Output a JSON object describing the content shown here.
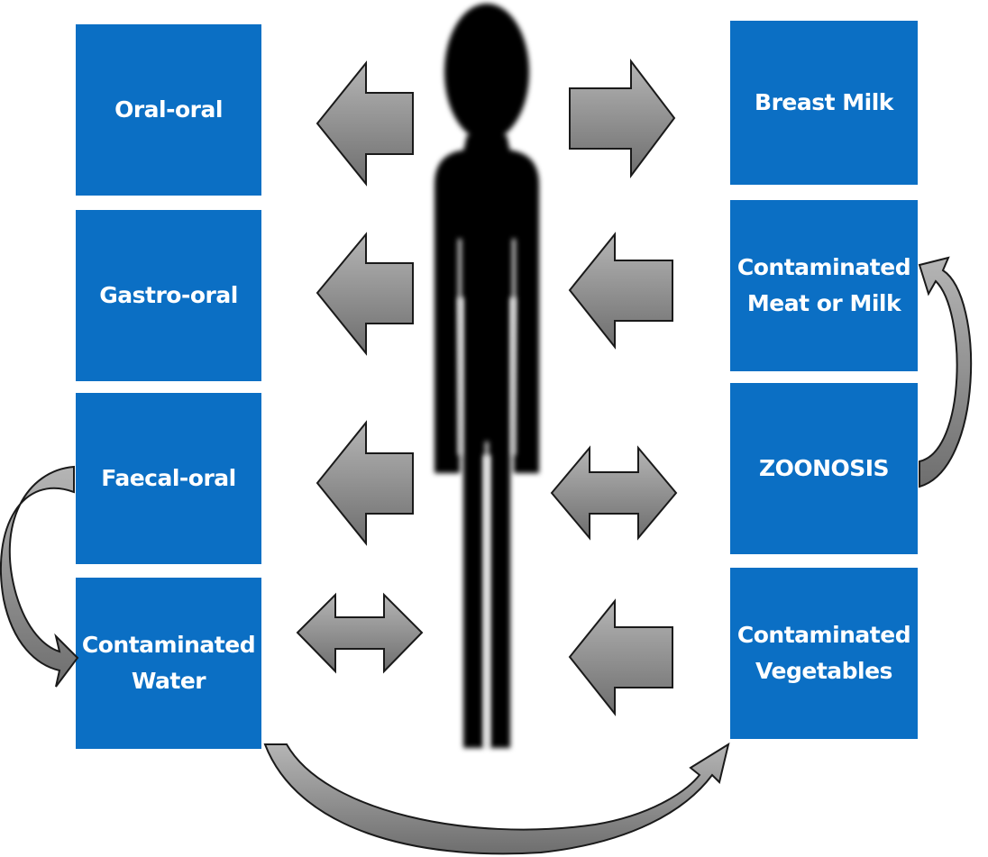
{
  "colors": {
    "box_fill": "#0b6fc4",
    "box_text": "#ffffff",
    "arrow_fill": "#8c8c8c",
    "arrow_stroke": "#1a1a1a",
    "figure": "#000000"
  },
  "icons": {
    "figure": "human-silhouette-icon",
    "arrow": "block-arrow-icon",
    "curved_arrow": "curved-arrow-icon"
  },
  "left_boxes": [
    {
      "lines": [
        "Oral-oral"
      ]
    },
    {
      "lines": [
        "Gastro-oral"
      ]
    },
    {
      "lines": [
        "Faecal-oral"
      ]
    },
    {
      "lines": [
        "Contaminated",
        "Water"
      ]
    }
  ],
  "right_boxes": [
    {
      "lines": [
        "Breast Milk"
      ]
    },
    {
      "lines": [
        "Contaminated",
        "Meat or Milk"
      ]
    },
    {
      "lines": [
        "ZOONOSIS"
      ]
    },
    {
      "lines": [
        "Contaminated",
        "Vegetables"
      ]
    }
  ],
  "arrows": {
    "left": [
      "from-person",
      "from-person",
      "from-person",
      "both"
    ],
    "right": [
      "from-person",
      "to-person",
      "both",
      "to-person"
    ]
  },
  "curved_arrows": [
    {
      "from": "Faecal-oral",
      "to": "Contaminated Water"
    },
    {
      "from": "ZOONOSIS",
      "to": "Contaminated Meat or Milk"
    },
    {
      "from": "Contaminated Water",
      "to": "Contaminated Vegetables"
    }
  ]
}
